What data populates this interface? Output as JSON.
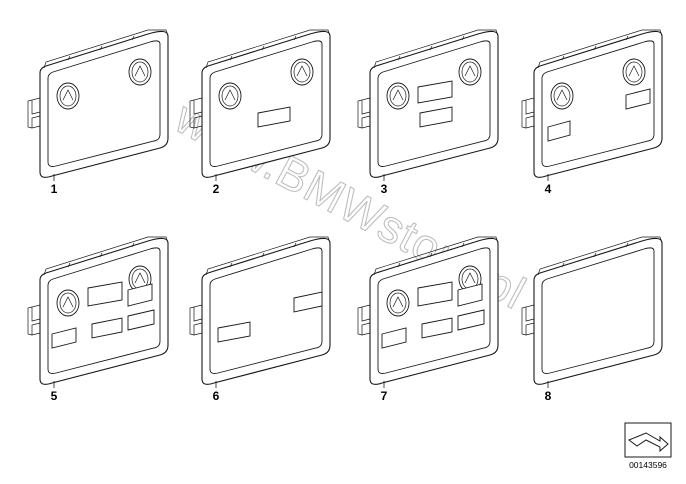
{
  "diagram": {
    "watermark_text": "www.BMWstore.pl",
    "reference_number": "00143596",
    "panels": [
      {
        "label": "1",
        "openings": [
          {
            "kind": "round"
          },
          {
            "kind": "round"
          }
        ]
      },
      {
        "label": "2",
        "openings": [
          {
            "kind": "round"
          },
          {
            "kind": "round"
          },
          {
            "kind": "rect"
          }
        ]
      },
      {
        "label": "3",
        "openings": [
          {
            "kind": "round"
          },
          {
            "kind": "round"
          },
          {
            "kind": "rect"
          },
          {
            "kind": "rect"
          }
        ]
      },
      {
        "label": "4",
        "openings": [
          {
            "kind": "round"
          },
          {
            "kind": "round"
          },
          {
            "kind": "rect"
          },
          {
            "kind": "rect"
          }
        ]
      },
      {
        "label": "5",
        "openings": [
          {
            "kind": "round"
          },
          {
            "kind": "round"
          },
          {
            "kind": "rect"
          },
          {
            "kind": "rect"
          },
          {
            "kind": "rect"
          },
          {
            "kind": "rect"
          },
          {
            "kind": "rect"
          }
        ]
      },
      {
        "label": "6",
        "openings": [
          {
            "kind": "rect"
          },
          {
            "kind": "rect"
          }
        ]
      },
      {
        "label": "7",
        "openings": [
          {
            "kind": "round"
          },
          {
            "kind": "round"
          },
          {
            "kind": "rect"
          },
          {
            "kind": "rect"
          },
          {
            "kind": "rect"
          },
          {
            "kind": "rect"
          },
          {
            "kind": "rect"
          }
        ]
      },
      {
        "label": "8",
        "openings": []
      }
    ]
  }
}
